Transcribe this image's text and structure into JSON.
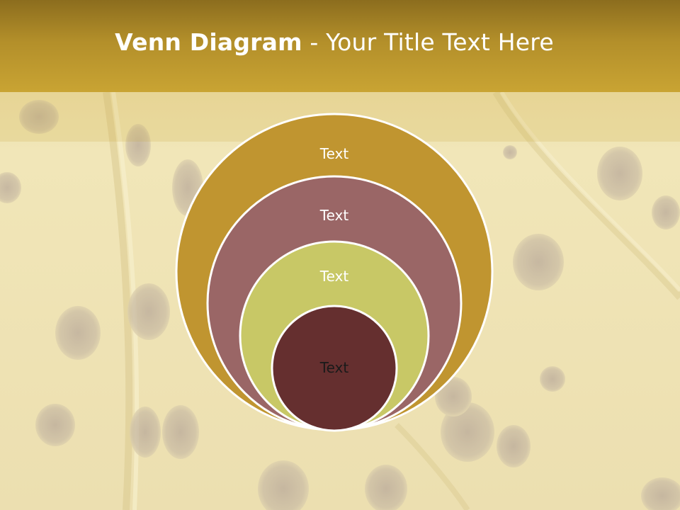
{
  "slide": {
    "title_bold": "Venn Diagram",
    "title_rest": " - Your Title Text Here"
  },
  "diagram": {
    "labels": [
      "Text",
      "Text",
      "Text",
      "Text"
    ],
    "colors": {
      "ring_1": "#c09530",
      "ring_2": "#9a6666",
      "ring_3": "#c8c866",
      "ring_4": "#652f2f",
      "outline": "#ffffff",
      "title_bar": "#b38f2a"
    }
  }
}
